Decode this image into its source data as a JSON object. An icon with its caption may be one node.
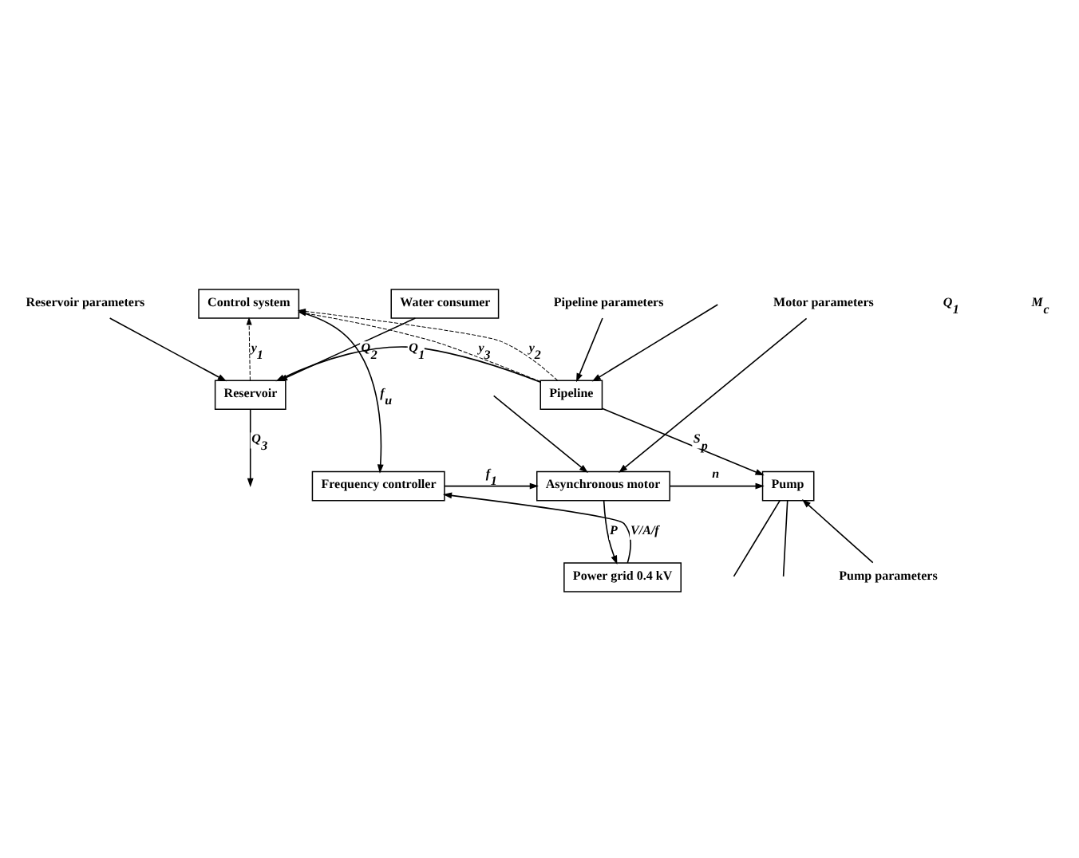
{
  "diagram": {
    "nodes": [
      {
        "text": [
          "Water consumer"
        ]
      },
      {
        "text": [
          "Control system"
        ]
      },
      {
        "text": [
          "Pipeline"
        ]
      },
      {
        "text": [
          "Reservoir"
        ]
      },
      {
        "text": [
          "Frequency controller"
        ]
      },
      {
        "text": [
          "Asynchronous motor"
        ]
      },
      {
        "text": [
          "Pump"
        ]
      },
      {
        "text": [
          "Power grid 0.4 kV"
        ]
      },
      {
        "text": [
          "Reservoir parameters"
        ]
      },
      {
        "text": [
          "Pipeline parameters"
        ]
      },
      {
        "text": [
          "Motor parameters"
        ]
      },
      {
        "text": [
          "Pump parameters"
        ]
      }
    ],
    "edges": [
      {
        "from": 0,
        "to": 3,
        "arrow": "to",
        "label": "Q$_{2}$"
      },
      {
        "from": 2,
        "to": 3,
        "arrow": "to",
        "label": "Q$_{1}$"
      },
      {
        "from": 3,
        "to": null,
        "arrow": "to",
        "label": "Q$_{3}$"
      },
      {
        "from": 2,
        "to": 1,
        "arrow": "to",
        "label": "y$_{3}$",
        "style": "dashed"
      },
      {
        "from": 2,
        "to": 1,
        "arrow": "to",
        "label": "y$_{2}$",
        "style": "dashed"
      },
      {
        "from": 3,
        "to": 1,
        "arrow": "to",
        "label": "y$_{1}$",
        "style": "dashed"
      },
      {
        "from": 1,
        "to": 4,
        "arrow": "to",
        "label": "f$_{u}$"
      },
      {
        "from": 4,
        "to": 5,
        "arrow": "to",
        "label": "f$_{1}$"
      },
      {
        "from": 7,
        "to": 4,
        "arrow": "to",
        "label": "V/A/f"
      },
      {
        "from": 5,
        "to": 6,
        "arrow": "to",
        "label": "n"
      },
      {
        "from": 5,
        "to": 7,
        "arrow": "to",
        "label": "P"
      },
      {
        "from": 2,
        "to": 6,
        "arrow": "to",
        "label": "S$_{p}$"
      },
      {
        "from": 8,
        "to": 3,
        "arrow": "to"
      },
      {
        "from": 9,
        "to": 2,
        "arrow": "to"
      },
      {
        "from": 10,
        "to": 5,
        "arrow": "to"
      },
      {
        "from": 11,
        "to": 6,
        "arrow": "to"
      },
      {
        "from": null,
        "to": 2,
        "arrow": "to"
      },
      {
        "from": null,
        "to": 5,
        "arrow": "to"
      },
      {
        "from": 6,
        "to": null,
        "arrow": "none"
      },
      {
        "from": 6,
        "to": null,
        "arrow": "none"
      }
    ],
    "labels": [
      "Q$_{1}$",
      "M$_{c}$"
    ]
  }
}
